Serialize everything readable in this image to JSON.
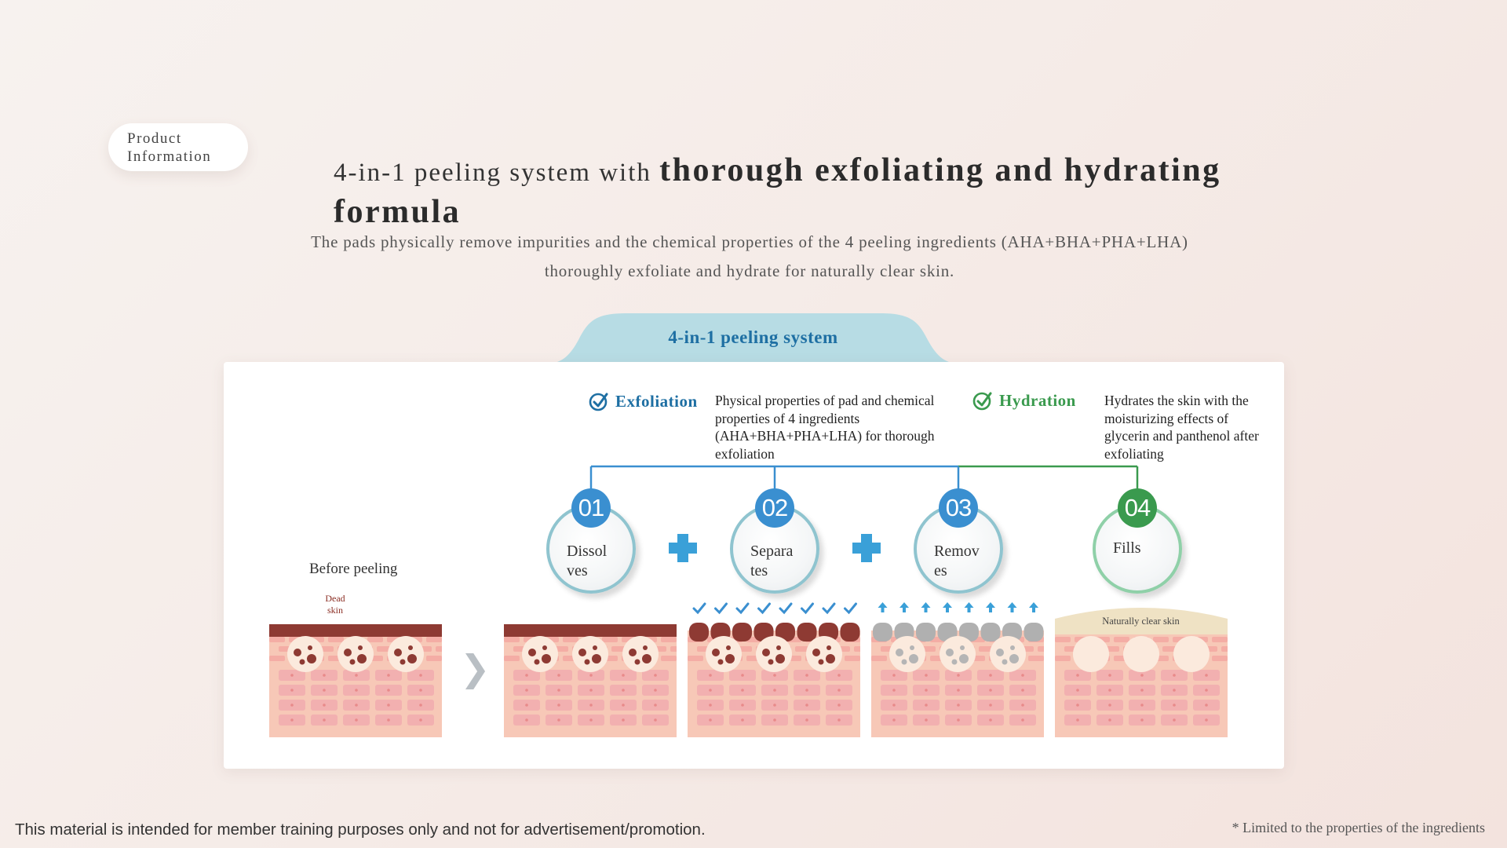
{
  "section_label": "Product Information",
  "title": {
    "normal": "4-in-1 peeling system with ",
    "bold": "thorough exfoliating and hydrating formula"
  },
  "subtitle": {
    "line1": "The pads physically remove impurities and the chemical properties of the 4 peeling ingredients (AHA+BHA+PHA+LHA)",
    "line2": "thoroughly exfoliate and hydrate for naturally clear skin."
  },
  "tab_label": "4-in-1 peeling system",
  "features": {
    "exfoliation": {
      "name": "Exfoliation",
      "desc": "Physical properties of pad and chemical properties of 4 ingredients (AHA+BHA+PHA+LHA) for thorough exfoliation",
      "color": "#1e6fa3"
    },
    "hydration": {
      "name": "Hydration",
      "desc": "Hydrates the skin with the moisturizing effects of glycerin and panthenol after exfoliating",
      "color": "#3a9a4e"
    }
  },
  "steps": [
    {
      "number": "01",
      "label_line1": "Dissol",
      "label_line2": "ves",
      "color": "#3a8fd0"
    },
    {
      "number": "02",
      "label_line1": "Separa",
      "label_line2": "tes",
      "color": "#3a8fd0"
    },
    {
      "number": "03",
      "label_line1": "Remov",
      "label_line2": "es",
      "color": "#3a8fd0"
    },
    {
      "number": "04",
      "label_line1": "Fills",
      "label_line2": "",
      "color": "#3a9a4e"
    }
  ],
  "before_label": "Before peeling",
  "dead_skin_label": {
    "line1": "Dead",
    "line2": "skin"
  },
  "clear_skin_label": "Naturally clear skin",
  "footer": {
    "disclaimer": "This material is intended for member training purposes only and not for advertisement/promotion.",
    "note": "* Limited to the properties of the ingredients"
  }
}
